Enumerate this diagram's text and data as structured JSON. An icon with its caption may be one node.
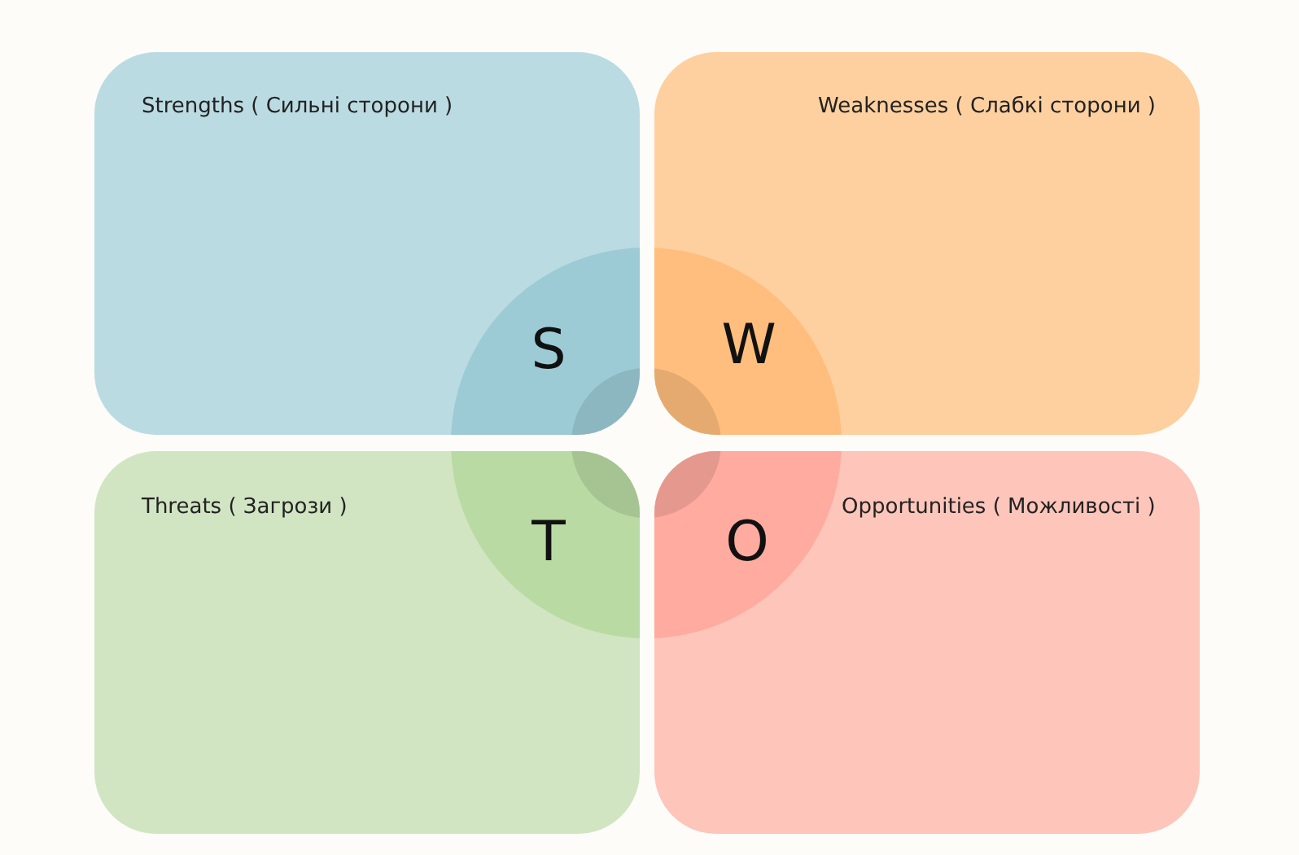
{
  "diagram": {
    "nodes": [
      {
        "text": [
          "Strengths ( Сильні сторони )",
          "S"
        ]
      },
      {
        "text": [
          "Weaknesses ( Слабкі сторони )",
          "W"
        ]
      },
      {
        "text": [
          "Threats ( Загрози )",
          "T"
        ]
      },
      {
        "text": [
          "Opportunities ( Можливості )",
          "O"
        ]
      }
    ]
  }
}
